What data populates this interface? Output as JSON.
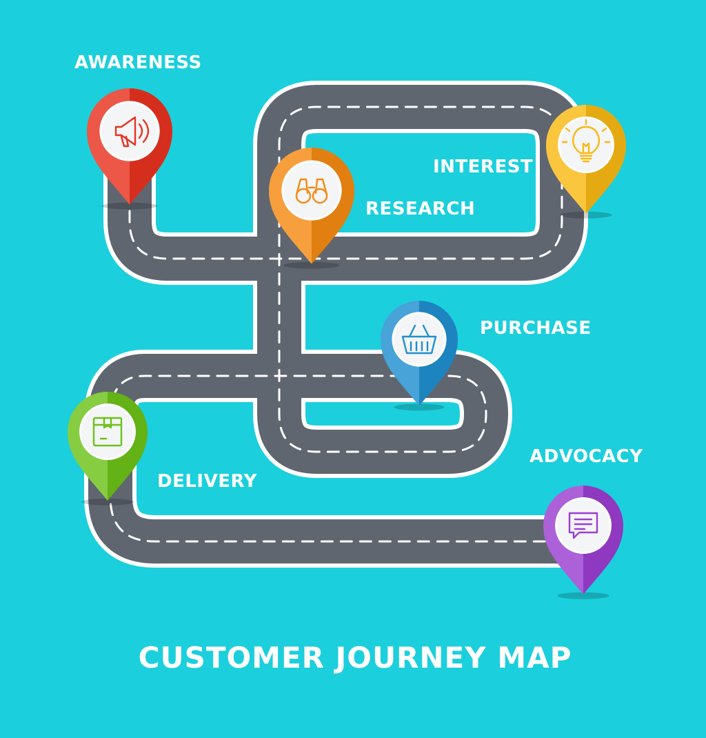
{
  "title": "CUSTOMER JOURNEY MAP",
  "colors": {
    "background": "#1ccfdc",
    "road": "#5f6670",
    "road_edge": "#ffffff",
    "lane": "#ffffff"
  },
  "stages": [
    {
      "key": "awareness",
      "label": "AWARENESS",
      "icon": "megaphone-icon",
      "color": "#e8321f"
    },
    {
      "key": "research",
      "label": "RESEARCH",
      "icon": "binoculars-icon",
      "color": "#f58a12"
    },
    {
      "key": "interest",
      "label": "INTEREST",
      "icon": "lightbulb-icon",
      "color": "#f9b913"
    },
    {
      "key": "purchase",
      "label": "PURCHASE",
      "icon": "shopping-basket-icon",
      "color": "#1f8fd0"
    },
    {
      "key": "delivery",
      "label": "DELIVERY",
      "icon": "package-box-icon",
      "color": "#6cc218"
    },
    {
      "key": "advocacy",
      "label": "ADVOCACY",
      "icon": "speech-bubble-icon",
      "color": "#9a3ed1"
    }
  ]
}
